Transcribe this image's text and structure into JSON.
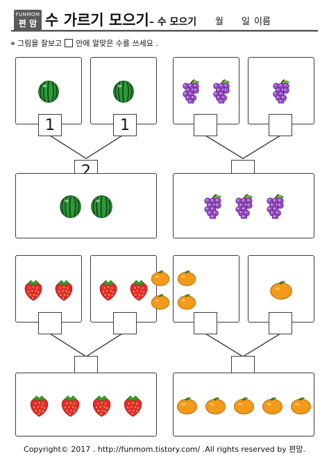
{
  "header": {
    "logo_top": "FUNMOM",
    "logo_bottom": "편 맘",
    "title": "수 가르기 모으기",
    "subtitle": "– 수 모으기",
    "month_label": "월",
    "day_label": "일",
    "name_label": "이름"
  },
  "instruction": {
    "before": "그림을 잘보고",
    "after": "안에 알맞은 수를 쓰세요 ."
  },
  "problems": [
    {
      "fruit": "watermelon-icon",
      "left_count": 1,
      "right_count": 1,
      "left_answer": "1",
      "right_answer": "1",
      "total_answer": "2",
      "total_count": 2
    },
    {
      "fruit": "grapes-icon",
      "left_count": 2,
      "right_count": 1,
      "left_answer": "",
      "right_answer": "",
      "total_answer": "",
      "total_count": 3
    },
    {
      "fruit": "strawberry-icon",
      "left_count": 2,
      "right_count": 2,
      "left_answer": "",
      "right_answer": "",
      "total_answer": "",
      "total_count": 4
    },
    {
      "fruit": "tangerine-icon",
      "left_count": 4,
      "right_count": 1,
      "left_answer": "",
      "right_answer": "",
      "total_answer": "",
      "total_count": 5
    }
  ],
  "colors": {
    "watermelon": "#2f9a3b",
    "grapes": "#9b4fc9",
    "strawberry": "#e52b2b",
    "tangerine": "#f39a1a"
  },
  "footer": {
    "text": "Copyright© 2017 . http://funmom.tistory.com/ .All rights reserved by 편맘."
  }
}
